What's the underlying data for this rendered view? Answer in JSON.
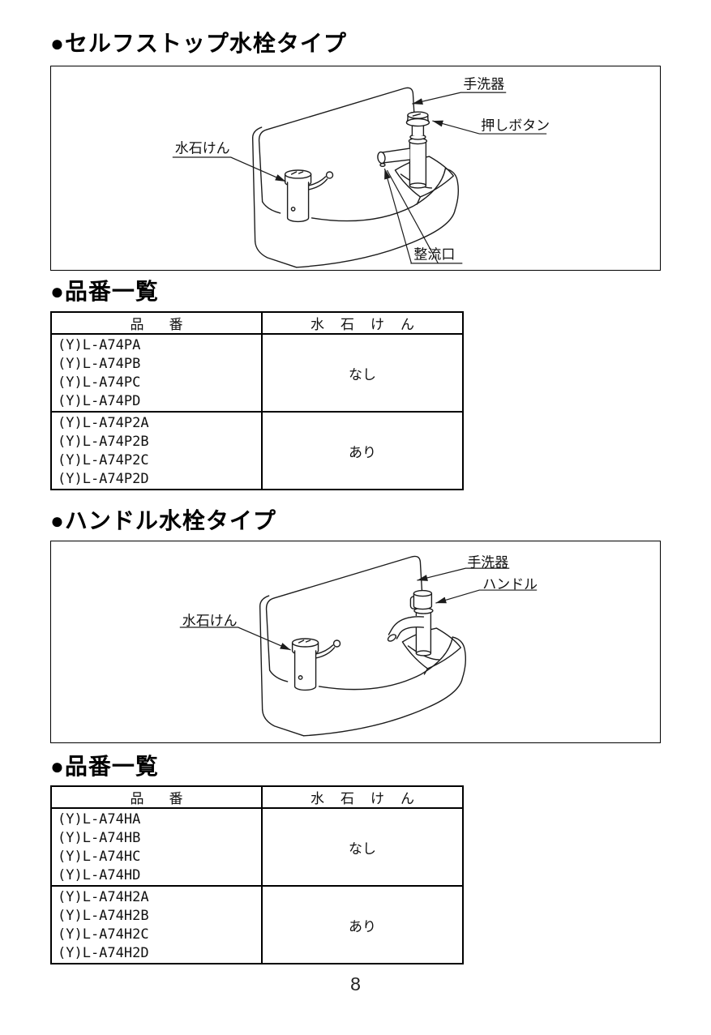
{
  "page_number": "8",
  "sections": [
    {
      "heading": "●セルフストップ水栓タイプ",
      "list_heading": "●品番一覧",
      "diagram_labels": {
        "basin": "手洗器",
        "push_button": "押しボタン",
        "soap": "水石けん",
        "outlet": "整流口"
      },
      "table": {
        "col_product": "品番",
        "col_soap": "水石けん",
        "rows": [
          {
            "codes": [
              "(Y)L-A74PA",
              "(Y)L-A74PB",
              "(Y)L-A74PC",
              "(Y)L-A74PD"
            ],
            "soap": "なし"
          },
          {
            "codes": [
              "(Y)L-A74P2A",
              "(Y)L-A74P2B",
              "(Y)L-A74P2C",
              "(Y)L-A74P2D"
            ],
            "soap": "あり"
          }
        ]
      }
    },
    {
      "heading": "●ハンドル水栓タイプ",
      "list_heading": "●品番一覧",
      "diagram_labels": {
        "basin": "手洗器",
        "handle": "ハンドル",
        "soap": "水石けん"
      },
      "table": {
        "col_product": "品番",
        "col_soap": "水石けん",
        "rows": [
          {
            "codes": [
              "(Y)L-A74HA",
              "(Y)L-A74HB",
              "(Y)L-A74HC",
              "(Y)L-A74HD"
            ],
            "soap": "なし"
          },
          {
            "codes": [
              "(Y)L-A74H2A",
              "(Y)L-A74H2B",
              "(Y)L-A74H2C",
              "(Y)L-A74H2D"
            ],
            "soap": "あり"
          }
        ]
      }
    }
  ]
}
